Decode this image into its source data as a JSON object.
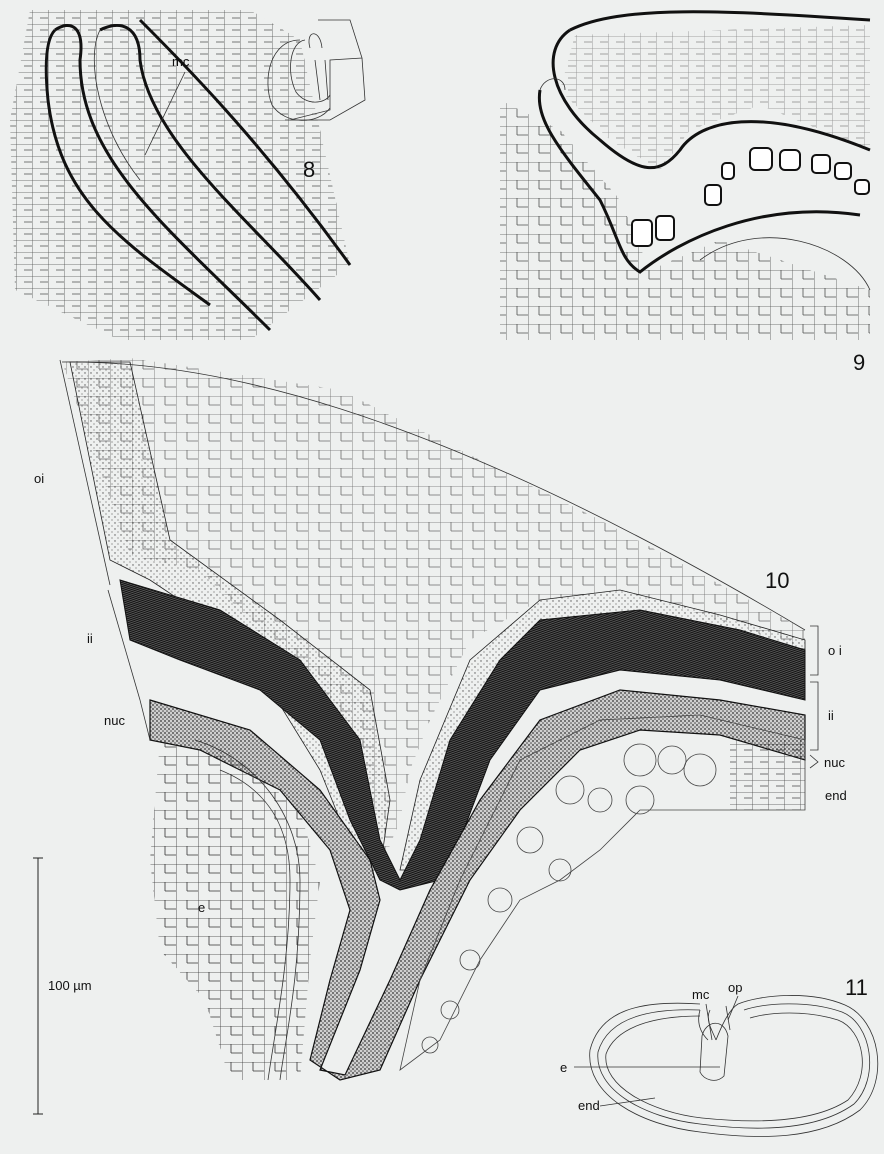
{
  "figures": {
    "fig8": {
      "number": "8",
      "labels": {
        "mc": "mc"
      }
    },
    "fig9": {
      "number": "9"
    },
    "fig10": {
      "number": "10",
      "labels": {
        "oi_left": "oi",
        "ii_left": "ii",
        "nuc_left": "nuc",
        "oi_right": "o i",
        "ii_right": "ii",
        "nuc_right": "nuc",
        "end": "end",
        "e": "e"
      }
    },
    "fig11": {
      "number": "11",
      "labels": {
        "mc": "mc",
        "op": "op",
        "e": "e",
        "end": "end"
      }
    }
  },
  "scale_bar": {
    "label": "100 µm"
  },
  "colors": {
    "background": "#eef0ef",
    "ink": "#111111",
    "stipple": "#777777"
  }
}
